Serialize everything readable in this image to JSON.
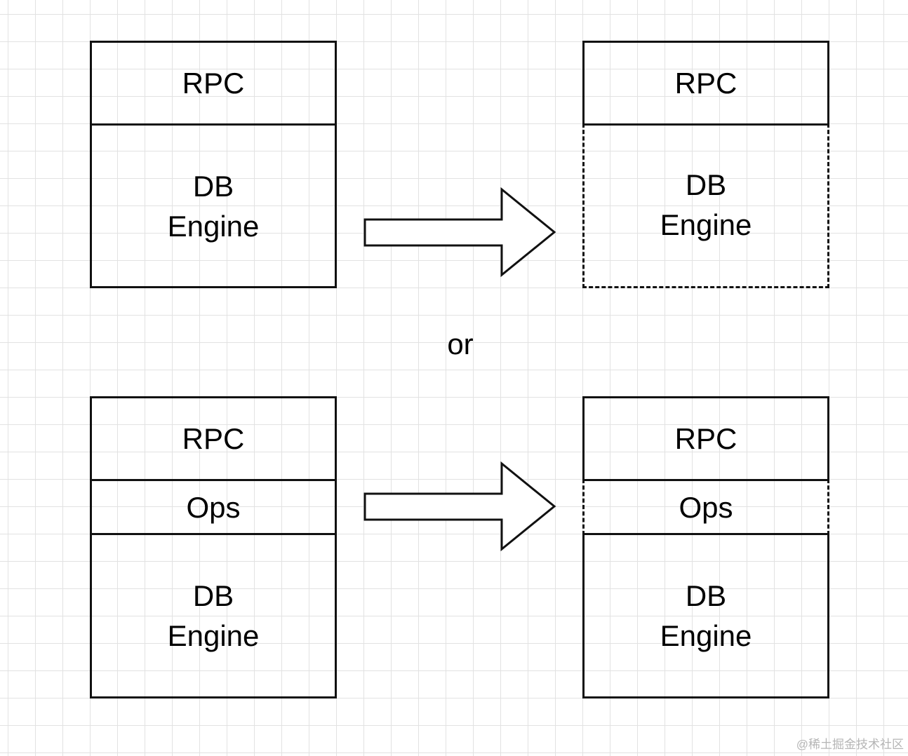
{
  "diagram": {
    "top": {
      "before": {
        "rpc": "RPC",
        "engine_l1": "DB",
        "engine_l2": "Engine"
      },
      "after": {
        "rpc": "RPC",
        "engine_l1": "DB",
        "engine_l2": "Engine"
      }
    },
    "separator": "or",
    "bottom": {
      "before": {
        "rpc": "RPC",
        "ops": "Ops",
        "engine_l1": "DB",
        "engine_l2": "Engine"
      },
      "after": {
        "rpc": "RPC",
        "ops": "Ops",
        "engine_l1": "DB",
        "engine_l2": "Engine"
      }
    }
  },
  "watermark": "@稀土掘金技术社区"
}
